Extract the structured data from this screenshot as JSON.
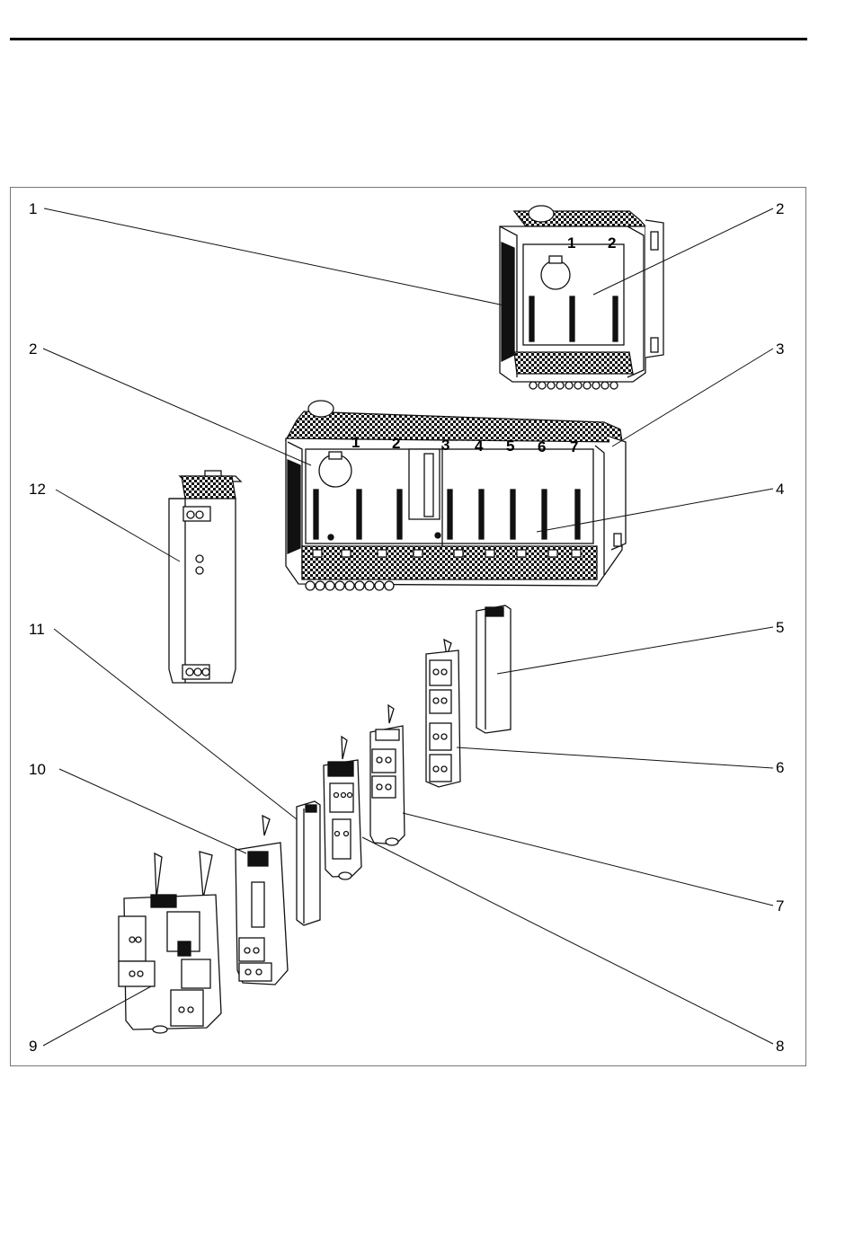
{
  "figure": {
    "callouts": [
      {
        "id": "c1",
        "label": "1"
      },
      {
        "id": "c2a",
        "label": "2"
      },
      {
        "id": "c2b",
        "label": "2"
      },
      {
        "id": "c3",
        "label": "3"
      },
      {
        "id": "c4",
        "label": "4"
      },
      {
        "id": "c5",
        "label": "5"
      },
      {
        "id": "c6",
        "label": "6"
      },
      {
        "id": "c7",
        "label": "7"
      },
      {
        "id": "c8",
        "label": "8"
      },
      {
        "id": "c9",
        "label": "9"
      },
      {
        "id": "c10",
        "label": "10"
      },
      {
        "id": "c11",
        "label": "11"
      },
      {
        "id": "c12",
        "label": "12"
      }
    ],
    "small_rack_slots": [
      "1",
      "2"
    ],
    "large_rack_slots": [
      "1",
      "2",
      "3",
      "4",
      "5",
      "6",
      "7"
    ]
  }
}
